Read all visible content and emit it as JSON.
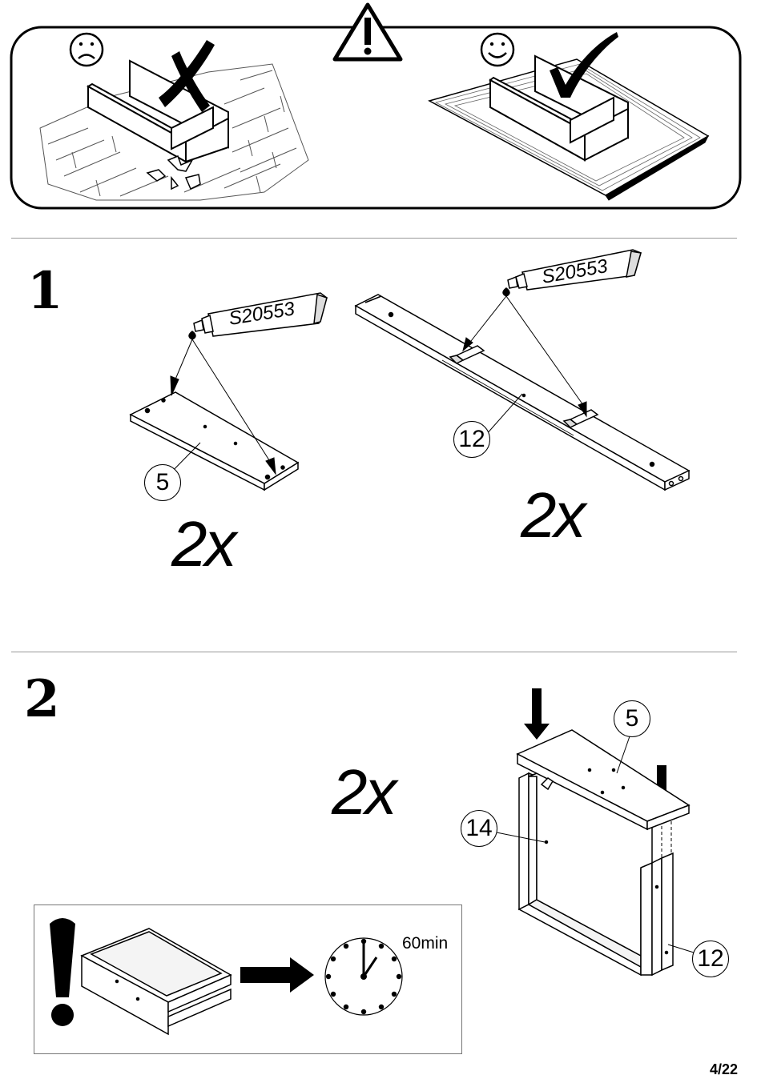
{
  "page": {
    "number": "4/22"
  },
  "warning_panel": {
    "bad_icon": "sad-face-icon",
    "good_icon": "smiley-face-icon",
    "warning_icon": "warning-triangle-icon",
    "bad_mark": "cross-mark-icon",
    "good_mark": "check-mark-icon"
  },
  "step1": {
    "number": "1",
    "glue_code": "S20553",
    "left": {
      "part": "5",
      "quantity": "2x"
    },
    "right": {
      "part": "12",
      "quantity": "2x"
    }
  },
  "step2": {
    "number": "2",
    "quantity": "2x",
    "parts": {
      "top": "5",
      "panel": "14",
      "side": "12"
    }
  },
  "notice_panel": {
    "exclamation_icon": "exclamation-icon",
    "time": "60min"
  }
}
